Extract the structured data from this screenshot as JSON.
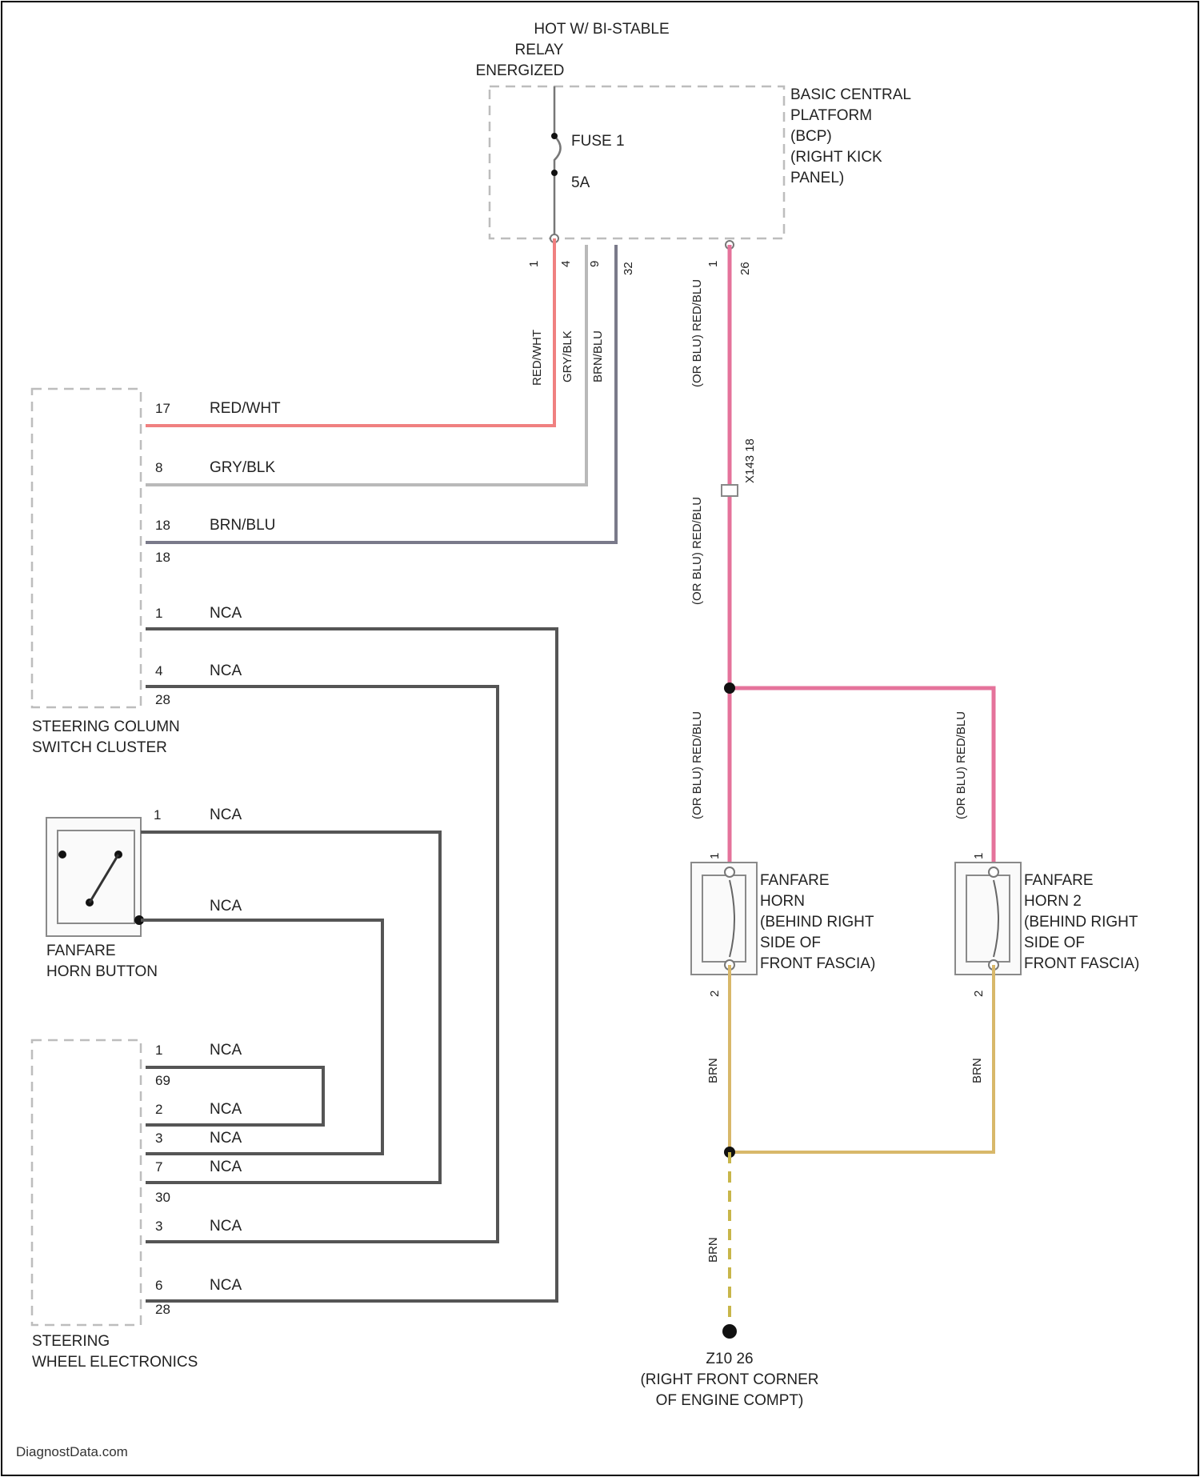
{
  "relay_label": [
    "HOT W/ BI-STABLE",
    "RELAY",
    "ENERGIZED"
  ],
  "bcp_label": [
    "BASIC CENTRAL",
    "PLATFORM",
    "(BCP)",
    "(RIGHT KICK",
    "PANEL)"
  ],
  "fuse_name": "FUSE 1",
  "fuse_rating": "5A",
  "bcp_pins": [
    "1",
    "4",
    "9",
    "32",
    "1",
    "26"
  ],
  "bcp_wire_colors": [
    "RED/WHT",
    "GRY/BLK",
    "BRN/BLU"
  ],
  "pink_wire_color": "(OR BLU) RED/BLU",
  "connector_label": "X143 18",
  "scc_label": [
    "STEERING COLUMN",
    "SWITCH CLUSTER"
  ],
  "scc_wires": [
    {
      "pin": "17",
      "label": "RED/WHT"
    },
    {
      "pin": "8",
      "label": "GRY/BLK"
    },
    {
      "pin": "18",
      "label": "BRN/BLU"
    },
    {
      "pin": "1",
      "label": "NCA"
    },
    {
      "pin": "4",
      "label": "NCA"
    }
  ],
  "scc_subpins": [
    "18",
    "28"
  ],
  "horn_button_label": [
    "FANFARE",
    "HORN BUTTON"
  ],
  "horn_button_wires": [
    {
      "pin": "1",
      "label": "NCA"
    },
    {
      "pin": "",
      "label": "NCA"
    }
  ],
  "swe_label": [
    "STEERING",
    "WHEEL ELECTRONICS"
  ],
  "swe_wires": [
    {
      "pin": "1",
      "label": "NCA"
    },
    {
      "pin": "2",
      "label": "NCA"
    },
    {
      "pin": "3",
      "label": "NCA"
    },
    {
      "pin": "7",
      "label": "NCA"
    },
    {
      "pin": "3",
      "label": "NCA"
    },
    {
      "pin": "6",
      "label": "NCA"
    }
  ],
  "swe_subpins": [
    "69",
    "30",
    "28"
  ],
  "horn1_label": [
    "FANFARE",
    "HORN",
    "(BEHIND RIGHT",
    "SIDE OF",
    "FRONT FASCIA)"
  ],
  "horn2_label": [
    "FANFARE",
    "HORN 2",
    "(BEHIND RIGHT",
    "SIDE OF",
    "FRONT FASCIA)"
  ],
  "horn_pins": [
    "1",
    "2"
  ],
  "brn_label": "BRN",
  "ground_label": [
    "Z10 26",
    "(RIGHT FRONT CORNER",
    "OF ENGINE COMPT)"
  ],
  "footer": "DiagnostData.com",
  "colors": {
    "red_wht": "#f08080",
    "gry_blk": "#b9b9b9",
    "brn_blu": "#7a7a8a",
    "red_blu": "#e5739b",
    "brn": "#d8b86a",
    "nca": "#555555"
  }
}
